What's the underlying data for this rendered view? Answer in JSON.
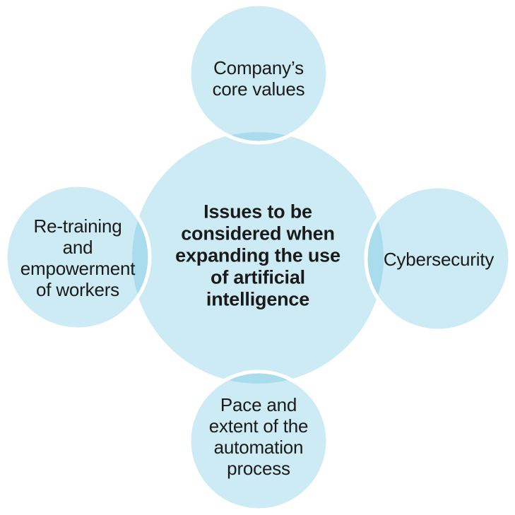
{
  "colors": {
    "background": "#ffffff",
    "circle_fill": "#cdebf5",
    "overlap_fill": "#a9ddee",
    "circle_outline": "#ffffff",
    "text": "#1a1a1a"
  },
  "diagram": {
    "center": {
      "label": "Issues to be considered when expanding the use of artificial intelligence",
      "lines": [
        "Issues to be",
        "considered when",
        "expanding the use",
        "of artificial",
        "intelligence"
      ]
    },
    "top": {
      "label": "Company’s core values",
      "lines": [
        "Company’s",
        "core values"
      ]
    },
    "right": {
      "label": "Cybersecurity",
      "lines": [
        "Cybersecurity"
      ]
    },
    "bottom": {
      "label": "Pace and extent of the automation process",
      "lines": [
        "Pace and",
        "extent of the",
        "automation",
        "process"
      ]
    },
    "left": {
      "label": "Re-training and empowerment of workers",
      "lines": [
        "Re-training",
        "and",
        "empowerment",
        "of workers"
      ]
    }
  }
}
